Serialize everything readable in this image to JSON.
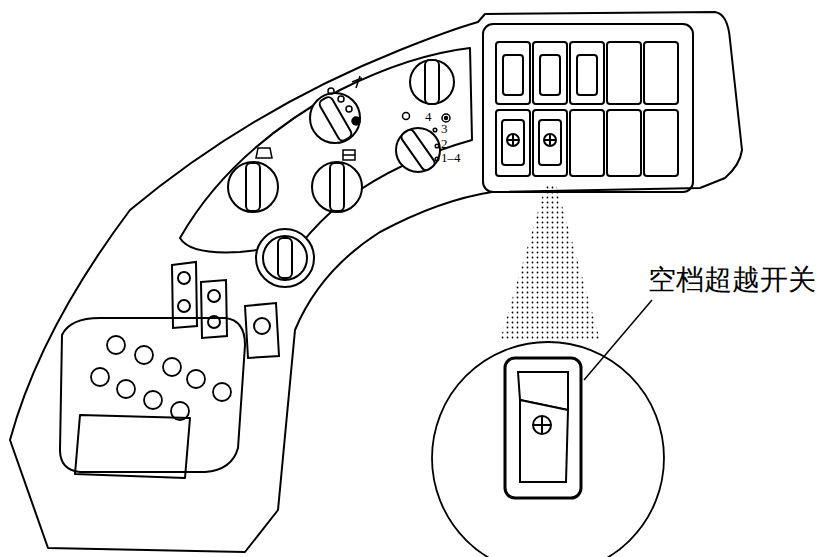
{
  "diagram": {
    "labels": [
      "4",
      "3",
      "2",
      "1–4",
      "空档超越开关"
    ]
  }
}
